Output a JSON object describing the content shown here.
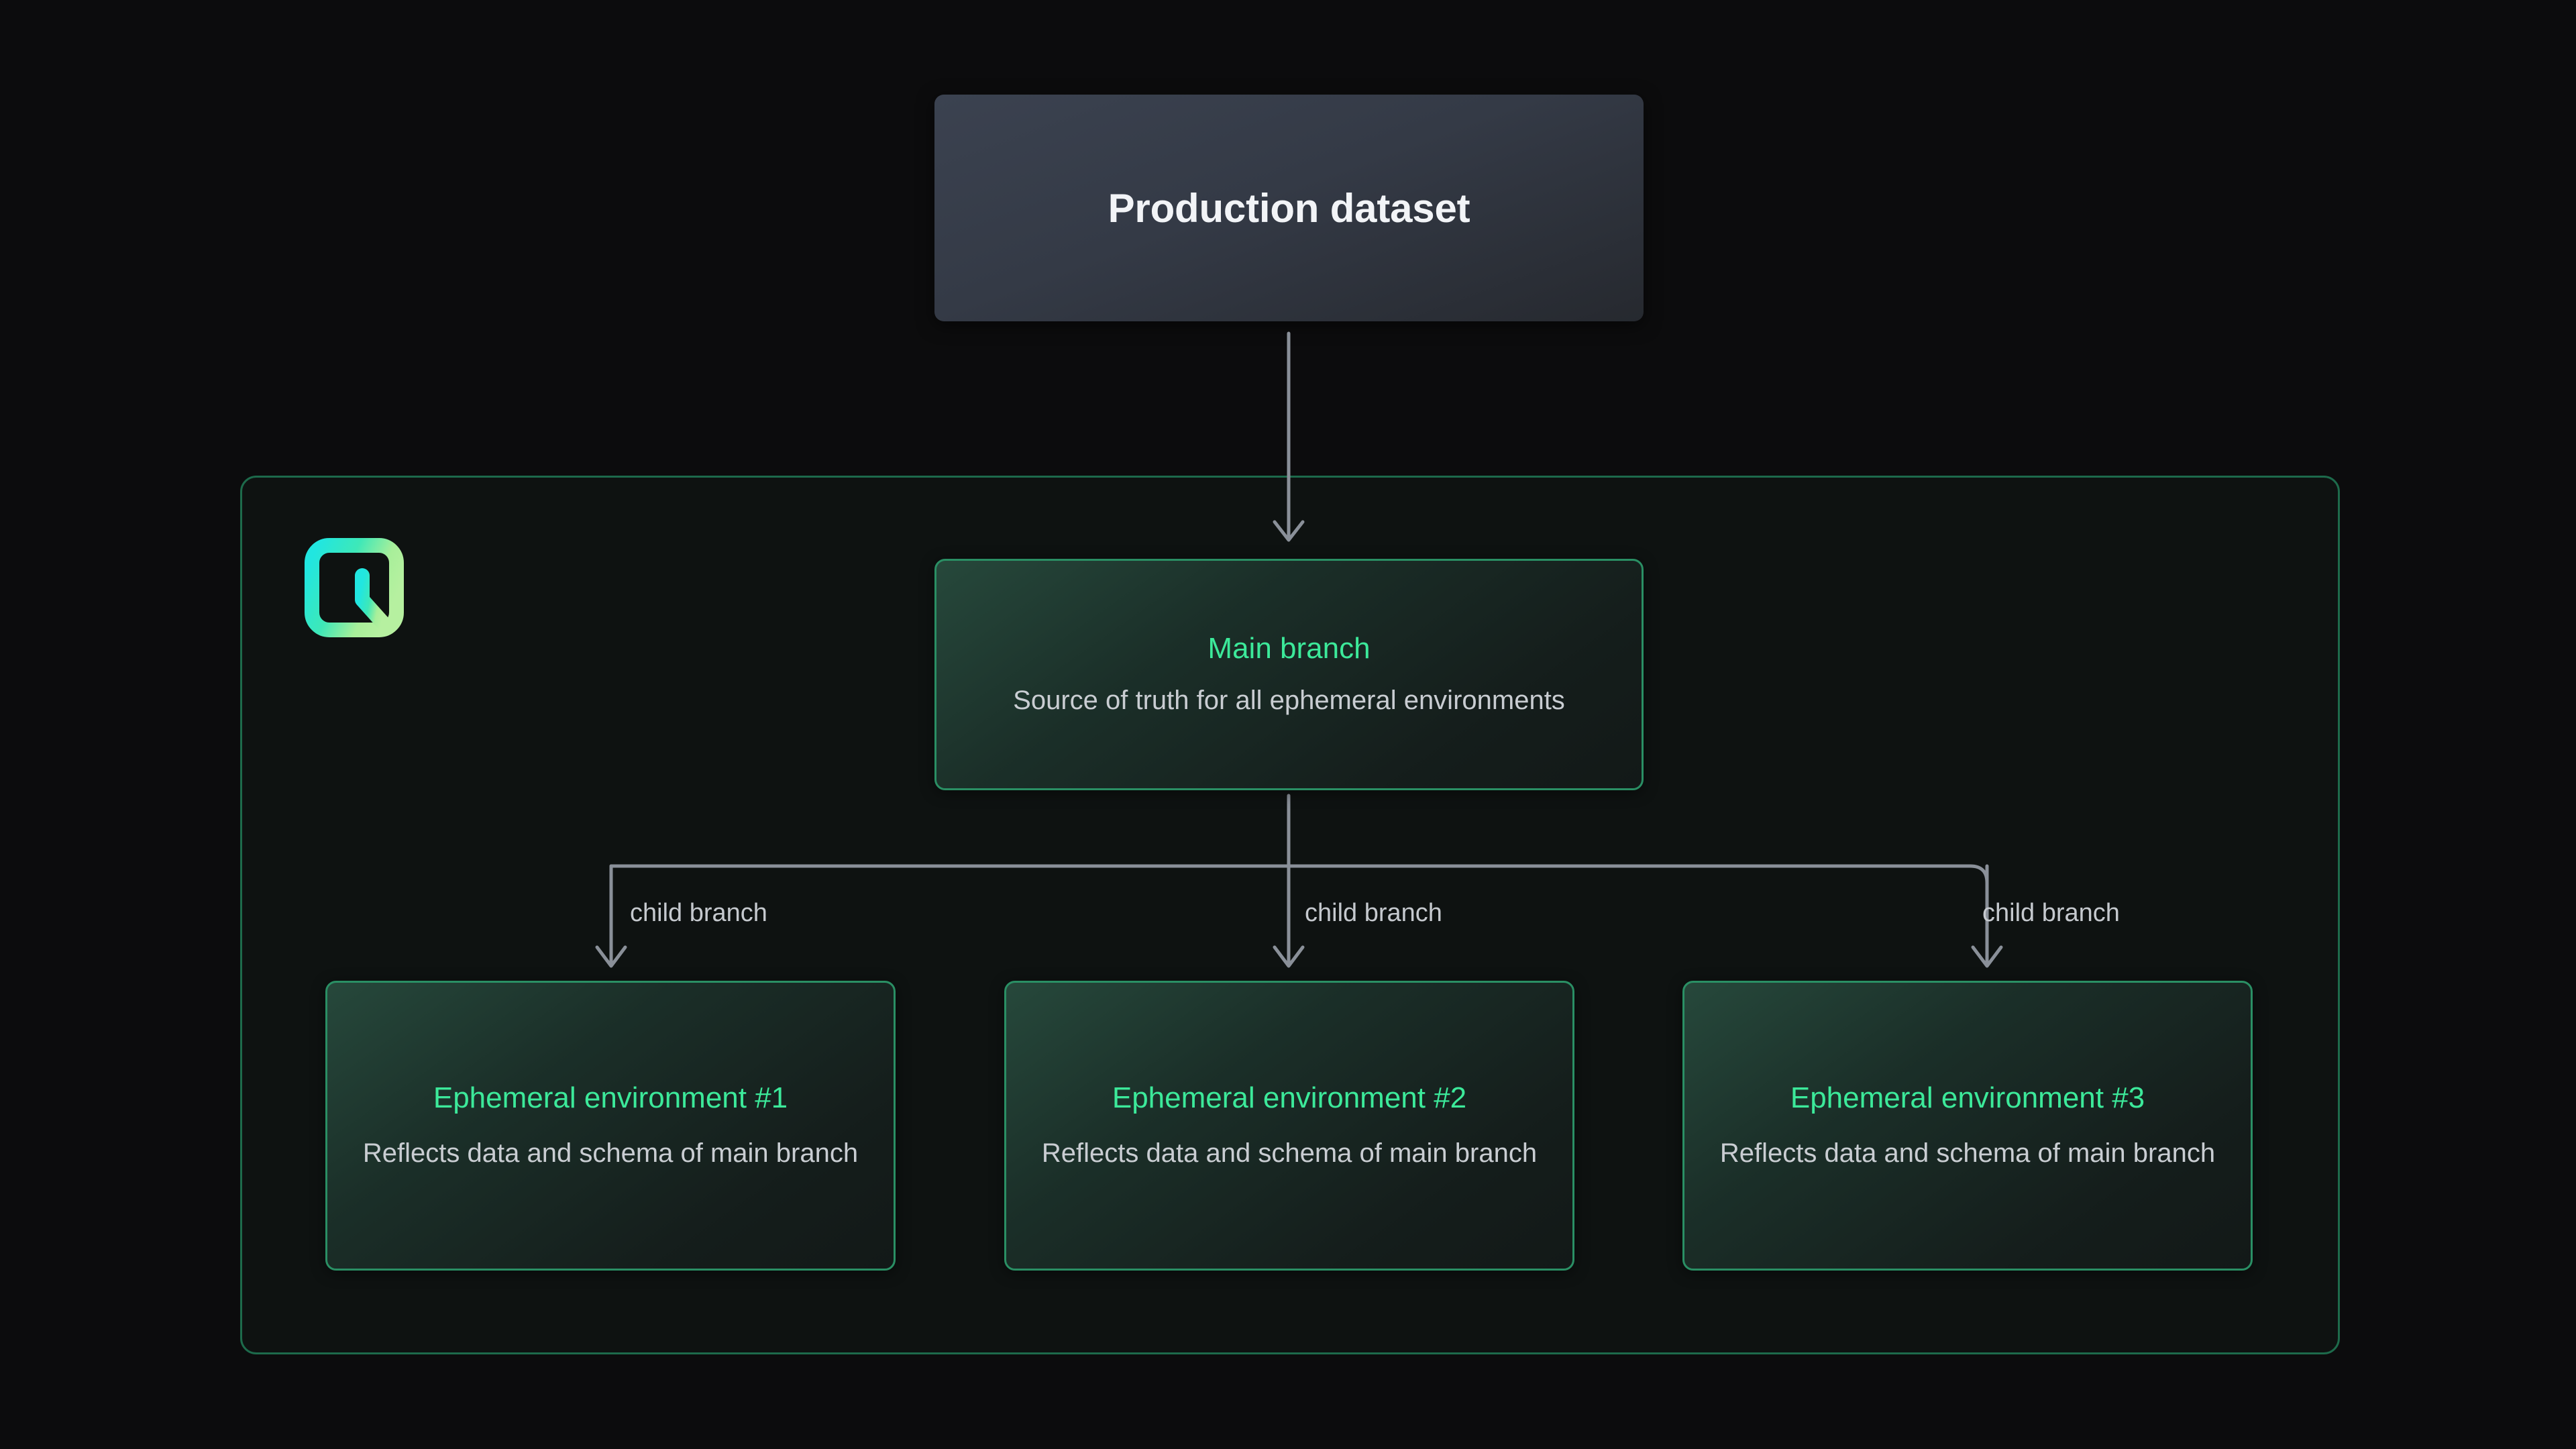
{
  "diagram": {
    "title": "Neon database branching for ephemeral environments",
    "background_color": "#0c0c0d",
    "accent_color": "#3ce99a",
    "container_border_color": "#1d6a4b",
    "connector_color": "#8a9099"
  },
  "production": {
    "title": "Production dataset"
  },
  "container": {
    "logo_name": "neon-logo"
  },
  "main_branch": {
    "title": "Main branch",
    "description": "Source of truth for all ephemeral environments"
  },
  "edges": [
    {
      "label": "child branch"
    },
    {
      "label": "child branch"
    },
    {
      "label": "child branch"
    }
  ],
  "ephemeral_environments": [
    {
      "title": "Ephemeral environment #1",
      "description": "Reflects data and schema of main branch"
    },
    {
      "title": "Ephemeral environment #2",
      "description": "Reflects data and schema of main branch"
    },
    {
      "title": "Ephemeral environment #3",
      "description": "Reflects data and schema of main branch"
    }
  ]
}
